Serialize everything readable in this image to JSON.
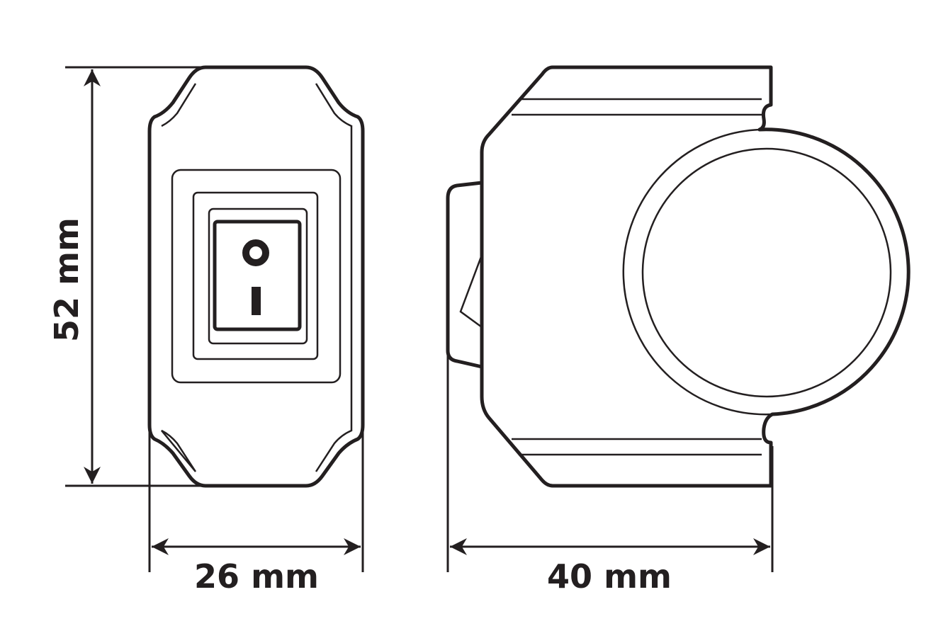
{
  "drawing": {
    "height_label": "52 mm",
    "width_label": "26 mm",
    "depth_label": "40 mm",
    "line_color": "#231f20"
  }
}
